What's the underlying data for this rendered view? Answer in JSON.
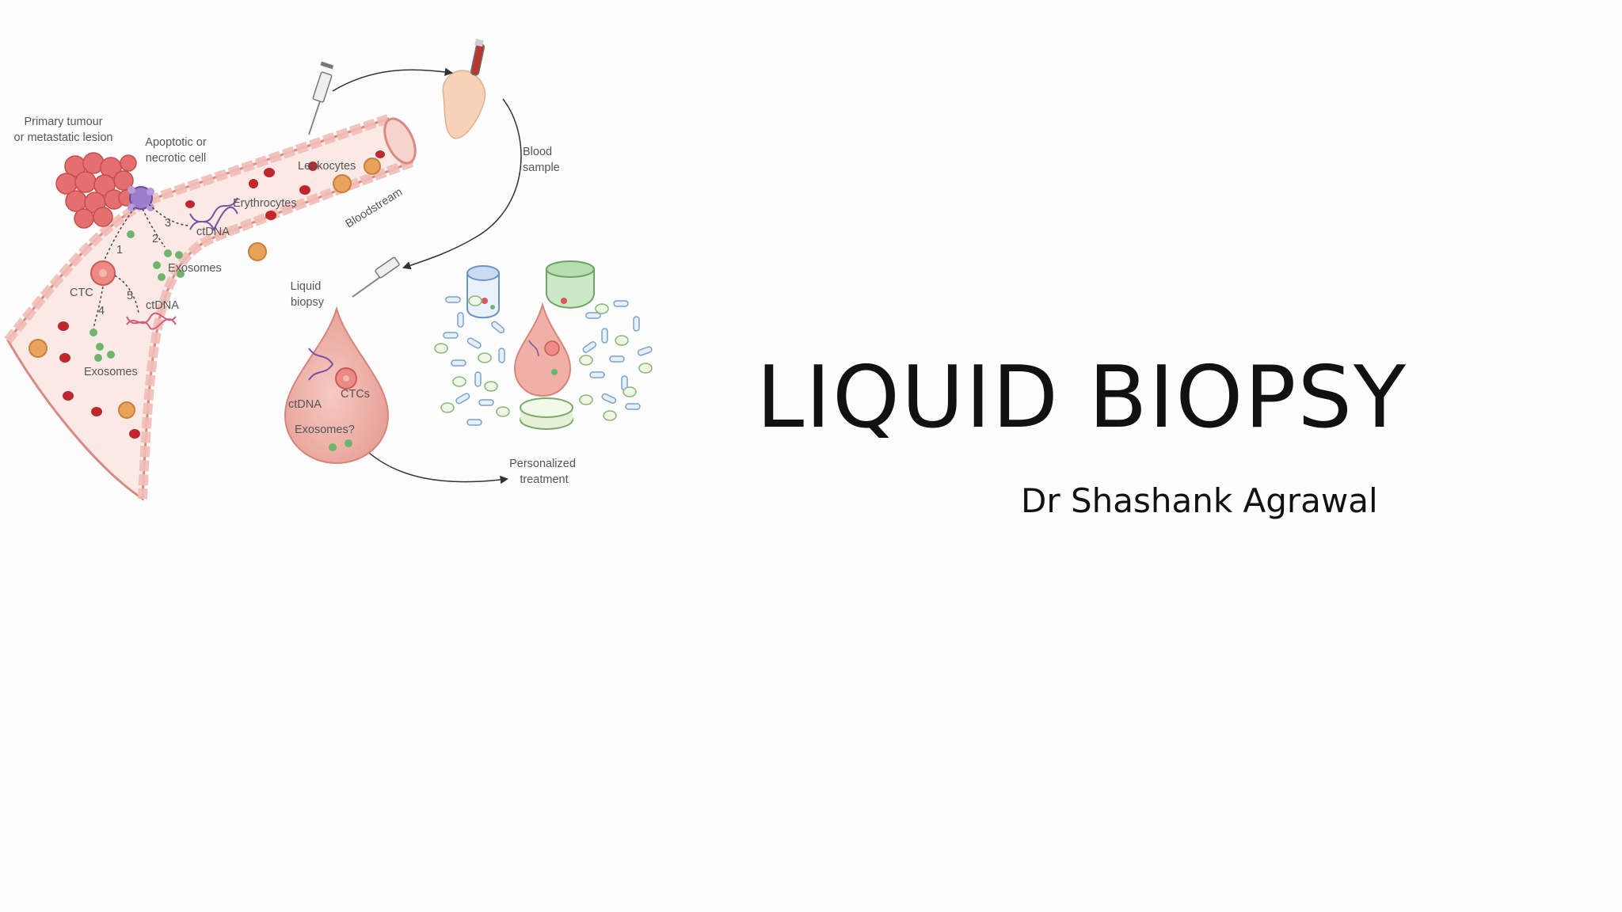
{
  "slide": {
    "title": "LIQUID BIOPSY",
    "subtitle": "Dr Shashank Agrawal"
  },
  "diagram": {
    "labels": {
      "primary_tumour_1": "Primary tumour",
      "primary_tumour_2": "or metastatic lesion",
      "apoptotic_1": "Apoptotic or",
      "apoptotic_2": "necrotic cell",
      "leukocytes": "Leukocytes",
      "erythrocytes": "Erythrocytes",
      "bloodstream": "Bloodstream",
      "ctdna_3": "ctDNA",
      "exosomes_2": "Exosomes",
      "ctc": "CTC",
      "ctdna_5": "ctDNA",
      "exosomes_4": "Exosomes",
      "step_1": "1",
      "step_2": "2",
      "step_3": "3",
      "step_4": "4",
      "step_5": "5",
      "blood_sample_1": "Blood",
      "blood_sample_2": "sample",
      "liquid_biopsy_1": "Liquid",
      "liquid_biopsy_2": "biopsy",
      "drop_ctdna": "ctDNA",
      "drop_ctcs": "CTCs",
      "drop_exosomes": "Exosomes?",
      "personalized_1": "Personalized",
      "personalized_2": "treatment"
    },
    "colors": {
      "vessel_wall": "#e8a9a4",
      "vessel_fill": "#fbe9e6",
      "erythrocyte": "#c0272d",
      "leukocyte": "#e9a25b",
      "exosome": "#6db56d",
      "dna": "#7a4fa8",
      "tumour": "#e46f6f"
    }
  }
}
